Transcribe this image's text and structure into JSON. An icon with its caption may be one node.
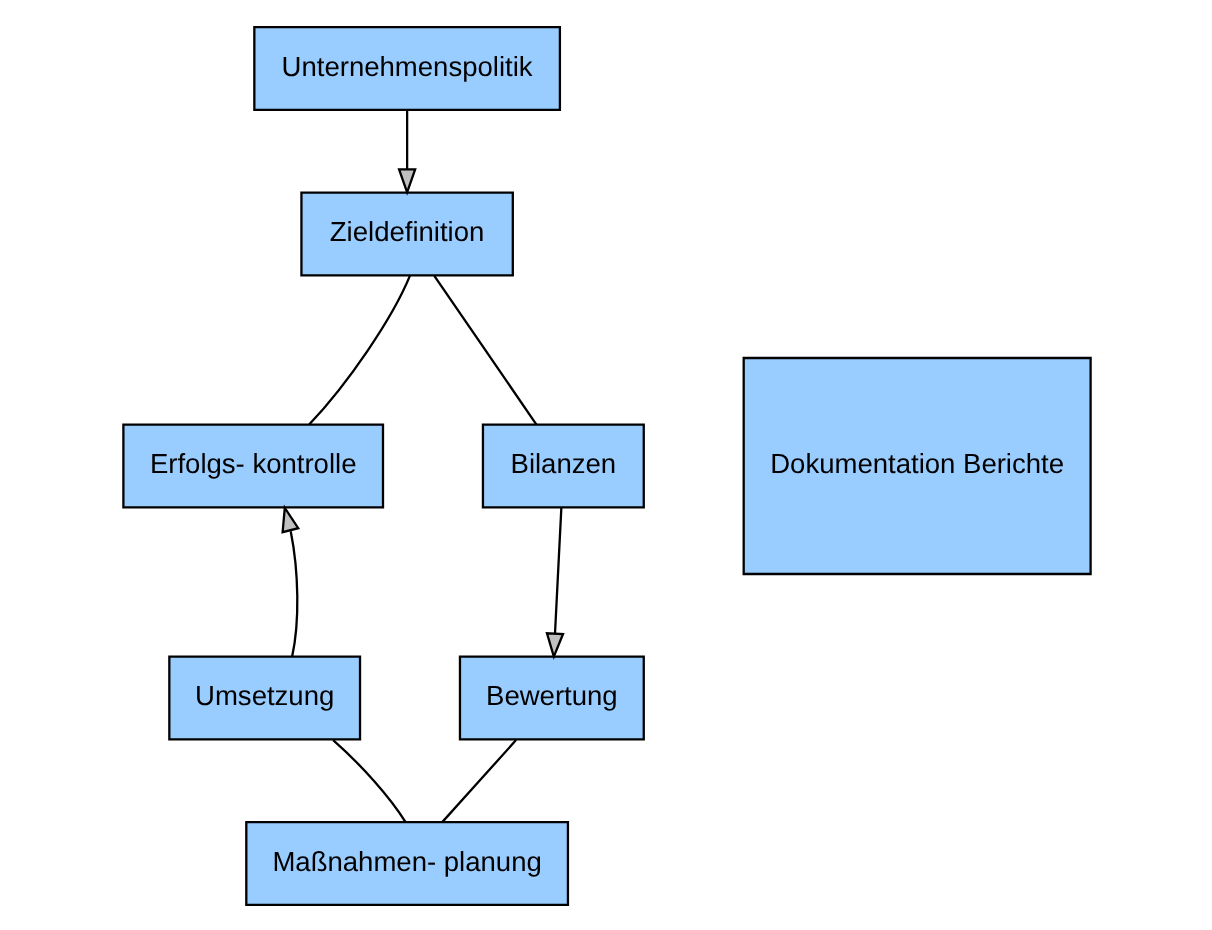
{
  "diagram": {
    "nodes": [
      {
        "text": [
          "Unternehmenspolitik"
        ]
      },
      {
        "text": [
          "Zieldefinition"
        ]
      },
      {
        "text": [
          "Erfolgs- kontrolle"
        ]
      },
      {
        "text": [
          "Bilanzen"
        ]
      },
      {
        "text": [
          "Dokumentation Berichte"
        ]
      },
      {
        "text": [
          "Umsetzung"
        ]
      },
      {
        "text": [
          "Bewertung"
        ]
      },
      {
        "text": [
          "Maßnahmen- planung"
        ]
      }
    ],
    "edges": [
      {
        "from": 0,
        "to": 1,
        "arrow": "to"
      },
      {
        "from": 1,
        "to": 3,
        "arrow": "none"
      },
      {
        "from": 3,
        "to": 6,
        "arrow": "to"
      },
      {
        "from": 6,
        "to": 7,
        "arrow": "none"
      },
      {
        "from": 7,
        "to": 5,
        "arrow": "none"
      },
      {
        "from": 5,
        "to": 2,
        "arrow": "to"
      },
      {
        "from": 2,
        "to": 1,
        "arrow": "none"
      }
    ]
  }
}
